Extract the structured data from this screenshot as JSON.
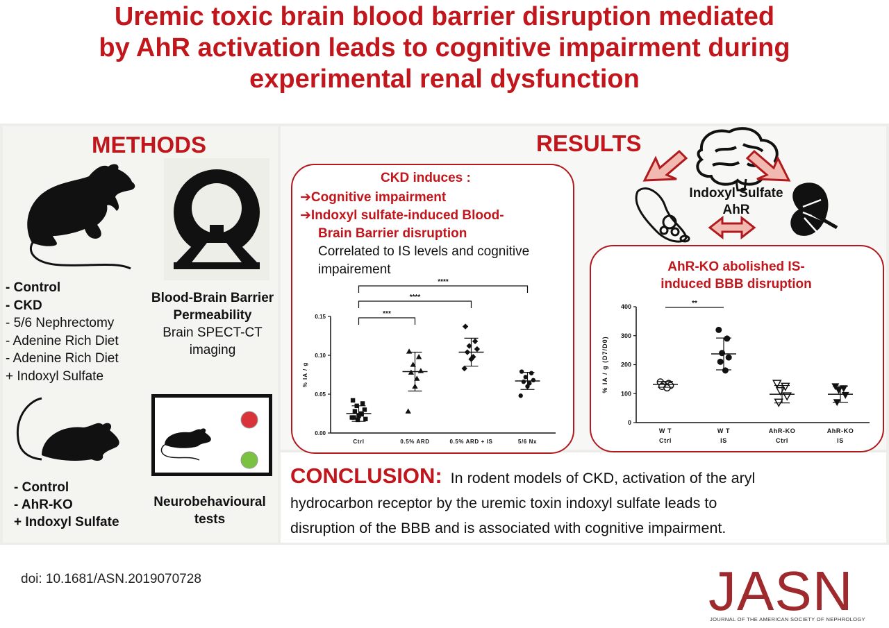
{
  "title": {
    "line1": "Uremic toxic brain blood barrier disruption mediated",
    "line2": "by AhR activation leads to cognitive impairment during",
    "line3": "experimental renal dysfunction"
  },
  "methods": {
    "heading": "METHODS",
    "rat_list": [
      "-   Control",
      "-   CKD",
      "- 5/6 Nephrectomy",
      "- Adenine Rich Diet",
      "- Adenine Rich Diet",
      "+ Indoxyl Sulfate"
    ],
    "mouse_list": [
      "- Control",
      "- AhR-KO",
      "+ Indoxyl Sulfate"
    ],
    "bbb_title_1": "Blood-Brain Barrier",
    "bbb_title_2": "Permeability",
    "bbb_sub_1": "Brain SPECT-CT",
    "bbb_sub_2": "imaging",
    "neuro_1": "Neurobehavioural",
    "neuro_2": "tests",
    "colors": {
      "red_light": "#d9343a",
      "green_light": "#7cc242"
    }
  },
  "results": {
    "heading": "RESULTS",
    "center_label_1": "Indoxyl Sulfate",
    "center_label_2": "AhR",
    "ckd_box": {
      "heading": "CKD induces :",
      "bullet1": "Cognitive impairment",
      "bullet2_1": "Indoxyl sulfate-induced Blood-",
      "bullet2_2": "Brain Barrier disruption",
      "note_1": "Correlated to IS levels and cognitive",
      "note_2": "impairement"
    },
    "ahr_box": {
      "heading_1": "AhR-KO abolished IS-",
      "heading_2": "induced BBB disruption"
    }
  },
  "chart_data": [
    {
      "type": "scatter",
      "ylabel": "% IA / g",
      "categories": [
        "Ctrl",
        "0.5% ARD",
        "0.5% ARD + IS",
        "5/6 Nx"
      ],
      "yticks": [
        "0.00",
        "0.05",
        "0.10",
        "0.15"
      ],
      "ylim": [
        0,
        0.15
      ],
      "points": [
        [
          0.042,
          0.038,
          0.035,
          0.03,
          0.028,
          0.025,
          0.022,
          0.02,
          0.018,
          0.017,
          0.024,
          0.02
        ],
        [
          0.105,
          0.098,
          0.088,
          0.08,
          0.078,
          0.07,
          0.06,
          0.028
        ],
        [
          0.137,
          0.118,
          0.112,
          0.108,
          0.104,
          0.098,
          0.095,
          0.083
        ],
        [
          0.079,
          0.077,
          0.072,
          0.068,
          0.066,
          0.064,
          0.06,
          0.048
        ]
      ],
      "means": [
        0.025,
        0.079,
        0.104,
        0.067
      ],
      "sd": [
        0.01,
        0.025,
        0.018,
        0.011
      ],
      "significance": [
        "***",
        "****",
        "****"
      ]
    },
    {
      "type": "scatter",
      "ylabel": "% IA / g (D7/D0)",
      "categories": [
        [
          "W T",
          "Ctrl"
        ],
        [
          "W T",
          "IS"
        ],
        [
          "AhR-KO",
          "Ctrl"
        ],
        [
          "AhR-KO",
          "IS"
        ]
      ],
      "yticks": [
        "0",
        "100",
        "200",
        "300",
        "400"
      ],
      "ylim": [
        0,
        400
      ],
      "points": [
        [
          140,
          135,
          130,
          128,
          125,
          120
        ],
        [
          320,
          290,
          240,
          225,
          210,
          180
        ],
        [
          135,
          125,
          110,
          92,
          70
        ],
        [
          125,
          118,
          112,
          95,
          70
        ]
      ],
      "means": [
        132,
        237,
        98,
        98
      ],
      "sd": [
        10,
        55,
        30,
        28
      ],
      "significance": [
        "**"
      ]
    }
  ],
  "conclusion": {
    "heading": "CONCLUSION:",
    "text_1": "In rodent models of CKD, activation of the aryl",
    "text_2": "hydrocarbon receptor by the uremic toxin indoxyl sulfate leads to",
    "text_3": "disruption of the BBB and is associated with cognitive impairment."
  },
  "footer": {
    "doi": "doi: 10.1681/ASN.2019070728",
    "logo": "JASN",
    "logo_sub": "JOURNAL OF THE AMERICAN SOCIETY OF NEPHROLOGY"
  }
}
